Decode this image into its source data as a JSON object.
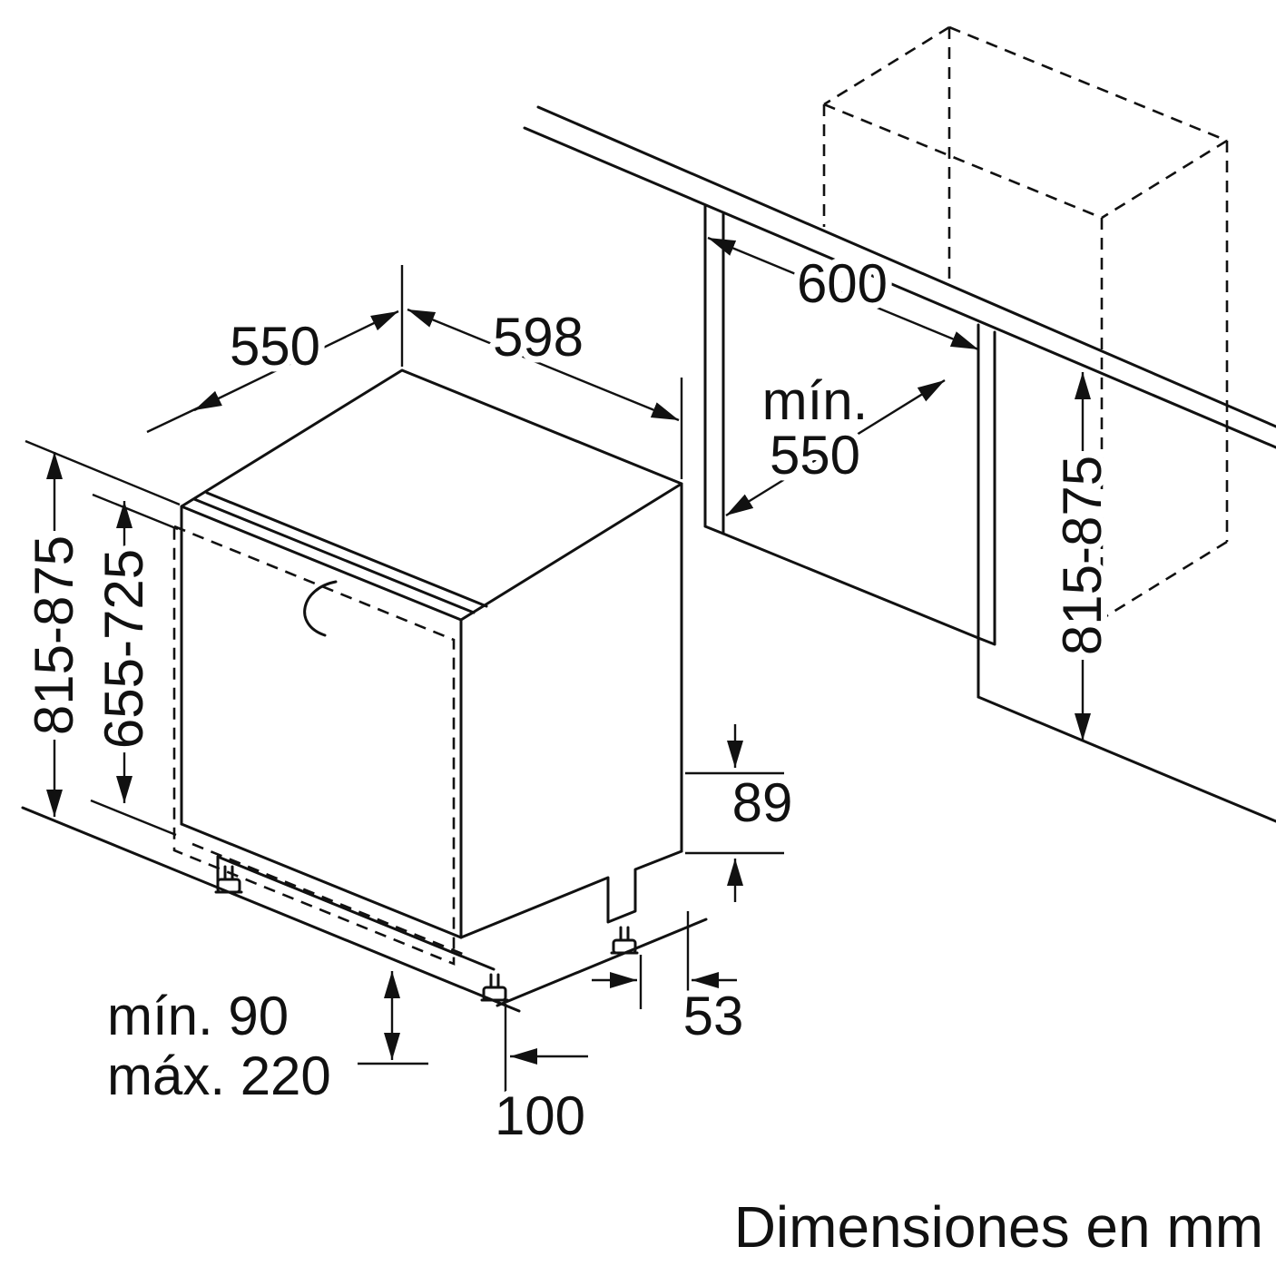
{
  "figure": {
    "caption": "Dimensiones en mm"
  },
  "dimensions": {
    "appliance_depth": "550",
    "appliance_width": "598",
    "appliance_height": "815-875",
    "door_panel_height": "655-725",
    "niche_width": "600",
    "niche_depth_prefix": "mín.",
    "niche_depth": "550",
    "niche_height": "815-875",
    "rear_step_height": "89",
    "rear_foot_offset": "53",
    "plinth_min": "mín. 90",
    "plinth_max": "máx. 220",
    "front_foot_offset": "100"
  }
}
